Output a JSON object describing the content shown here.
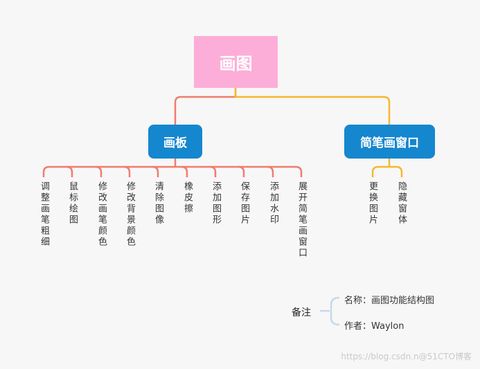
{
  "root": {
    "title": "画图"
  },
  "branches": [
    {
      "title": "画板"
    },
    {
      "title": "简笔画窗口"
    }
  ],
  "left_leaves": [
    "调整画笔粗细",
    "鼠标绘图",
    "修改画笔颜色",
    "修改背景颜色",
    "清除图像",
    "橡皮擦",
    "添加图形",
    "保存图片",
    "添加水印",
    "展开简笔画窗口"
  ],
  "right_leaves": [
    "更换图片",
    "隐藏窗体"
  ],
  "note": {
    "title": "备注",
    "items": [
      "名称：画图功能结构图",
      "作者：Waylon"
    ]
  },
  "watermark": "https://blog.csdn.n@51CTO博客",
  "colors": {
    "root": "#fcaed8",
    "branch": "#1587cf",
    "left_lines": "#f07c6c",
    "right_lines": "#f5b82e",
    "note_lines": "#c8d8e8"
  }
}
